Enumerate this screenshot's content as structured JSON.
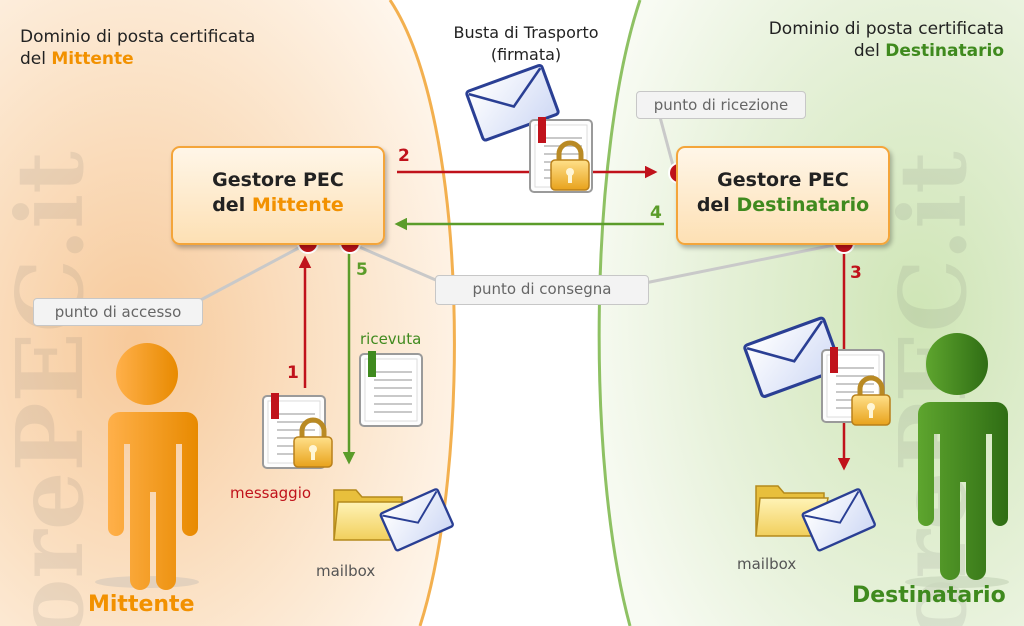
{
  "sender_domain": {
    "line1": "Dominio di posta certificata",
    "prefix": "del ",
    "name": "Mittente"
  },
  "recipient_domain": {
    "line1": "Dominio di posta certificata",
    "prefix": "del ",
    "name": "Destinatario"
  },
  "envelope": {
    "line1": "Busta di Trasporto",
    "line2": "(firmata)"
  },
  "sender_gateway": {
    "line1": "Gestore PEC",
    "prefix": "del ",
    "name": "Mittente"
  },
  "recipient_gateway": {
    "line1": "Gestore PEC",
    "prefix": "del ",
    "name": "Destinatario"
  },
  "points": {
    "reception": "punto di ricezione",
    "access": "punto di accesso",
    "delivery": "punto di consegna"
  },
  "steps": [
    "1",
    "2",
    "3",
    "4",
    "5"
  ],
  "labels": {
    "receipt": "ricevuta",
    "message": "messaggio",
    "sender_mailbox": "mailbox",
    "recipient_mailbox": "mailbox"
  },
  "persons": {
    "sender": "Mittente",
    "recipient": "Destinatario"
  },
  "watermark": "orePEC.it",
  "colors": {
    "sender_orange": "#f29100",
    "recipient_green": "#3f8a1e",
    "flow_red": "#c0121b",
    "flow_green": "#5b9c2a"
  }
}
